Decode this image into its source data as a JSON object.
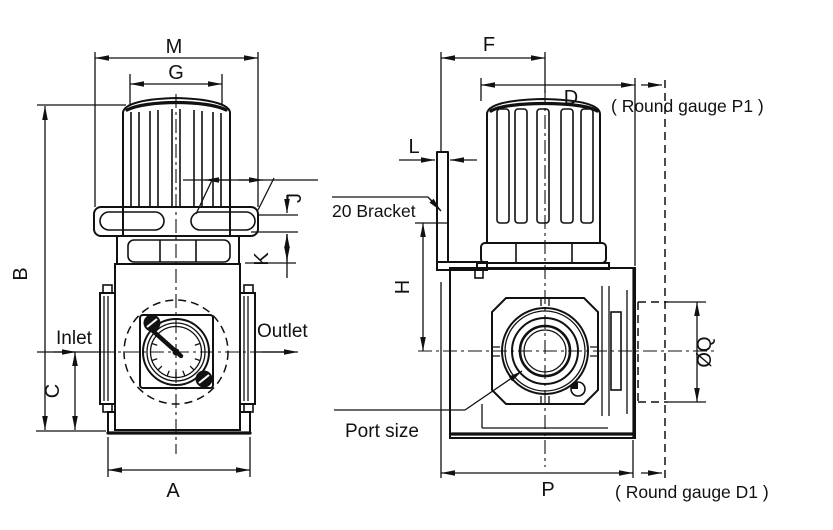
{
  "drawing": {
    "background": "#ffffff",
    "line_color": "#111111",
    "front_view": {
      "dim_labels": {
        "m": "M",
        "g": "G",
        "b": "B",
        "c": "C",
        "a": "A",
        "j": "J",
        "k": "K"
      },
      "flow_labels": {
        "inlet": "Inlet",
        "outlet": "Outlet"
      }
    },
    "side_view": {
      "dim_labels": {
        "f": "F",
        "d": "D",
        "l": "L",
        "h": "H",
        "p": "P",
        "oq": "ØQ"
      },
      "annotations": {
        "bracket": "20 Bracket",
        "port_size": "Port size",
        "round_gauge_p1": "( Round gauge P1 )",
        "round_gauge_d1": "( Round gauge D1 )"
      }
    }
  }
}
